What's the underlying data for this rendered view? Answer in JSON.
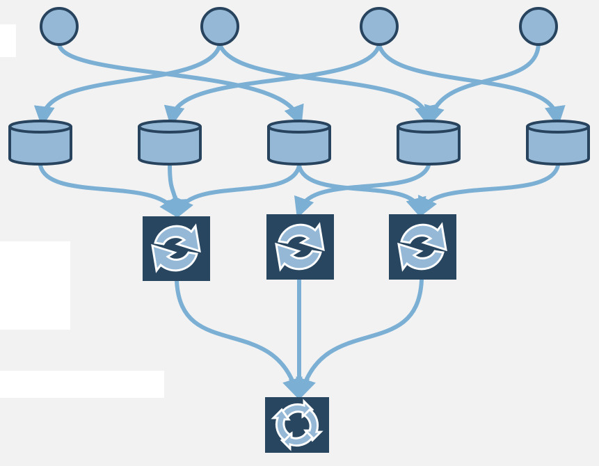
{
  "colors": {
    "background": "#f2f2f2",
    "edge": "#7bafd4",
    "node_fill": "#95b8d6",
    "node_stroke": "#27435d",
    "process_fill": "#28465f",
    "panel": "#ffffff"
  },
  "nodes": {
    "sources": [
      "source-1",
      "source-2",
      "source-3",
      "source-4"
    ],
    "stores": [
      "store-1",
      "store-2",
      "store-3",
      "store-4",
      "store-5"
    ],
    "processes": [
      "process-1",
      "process-2",
      "process-3"
    ],
    "sink": "sink"
  }
}
